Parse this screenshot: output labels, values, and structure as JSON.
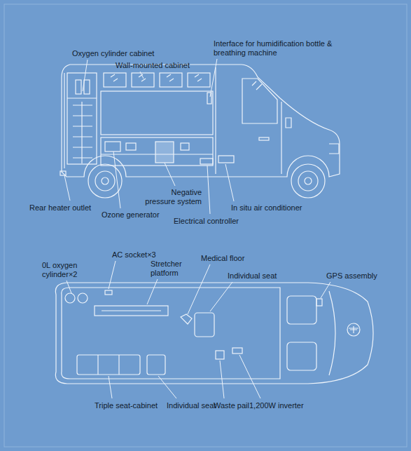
{
  "diagram": {
    "labels": [
      "Oxygen cylinder cabinet",
      "Wall-mounted cabinet",
      "Interface for humidification bottle & breathing machine",
      "Rear heater outlet",
      "Negative pressure system",
      "In situ air conditioner",
      "Ozone generator",
      "Electrical controller",
      "AC socket×3",
      "0L oxygen cylinder×2",
      "Stretcher platform",
      "Medical floor",
      "Individual seat",
      "GPS assembly",
      "Triple seat-cabinet",
      "Individual seat",
      "Waste pail",
      "1,200W inverter"
    ]
  }
}
